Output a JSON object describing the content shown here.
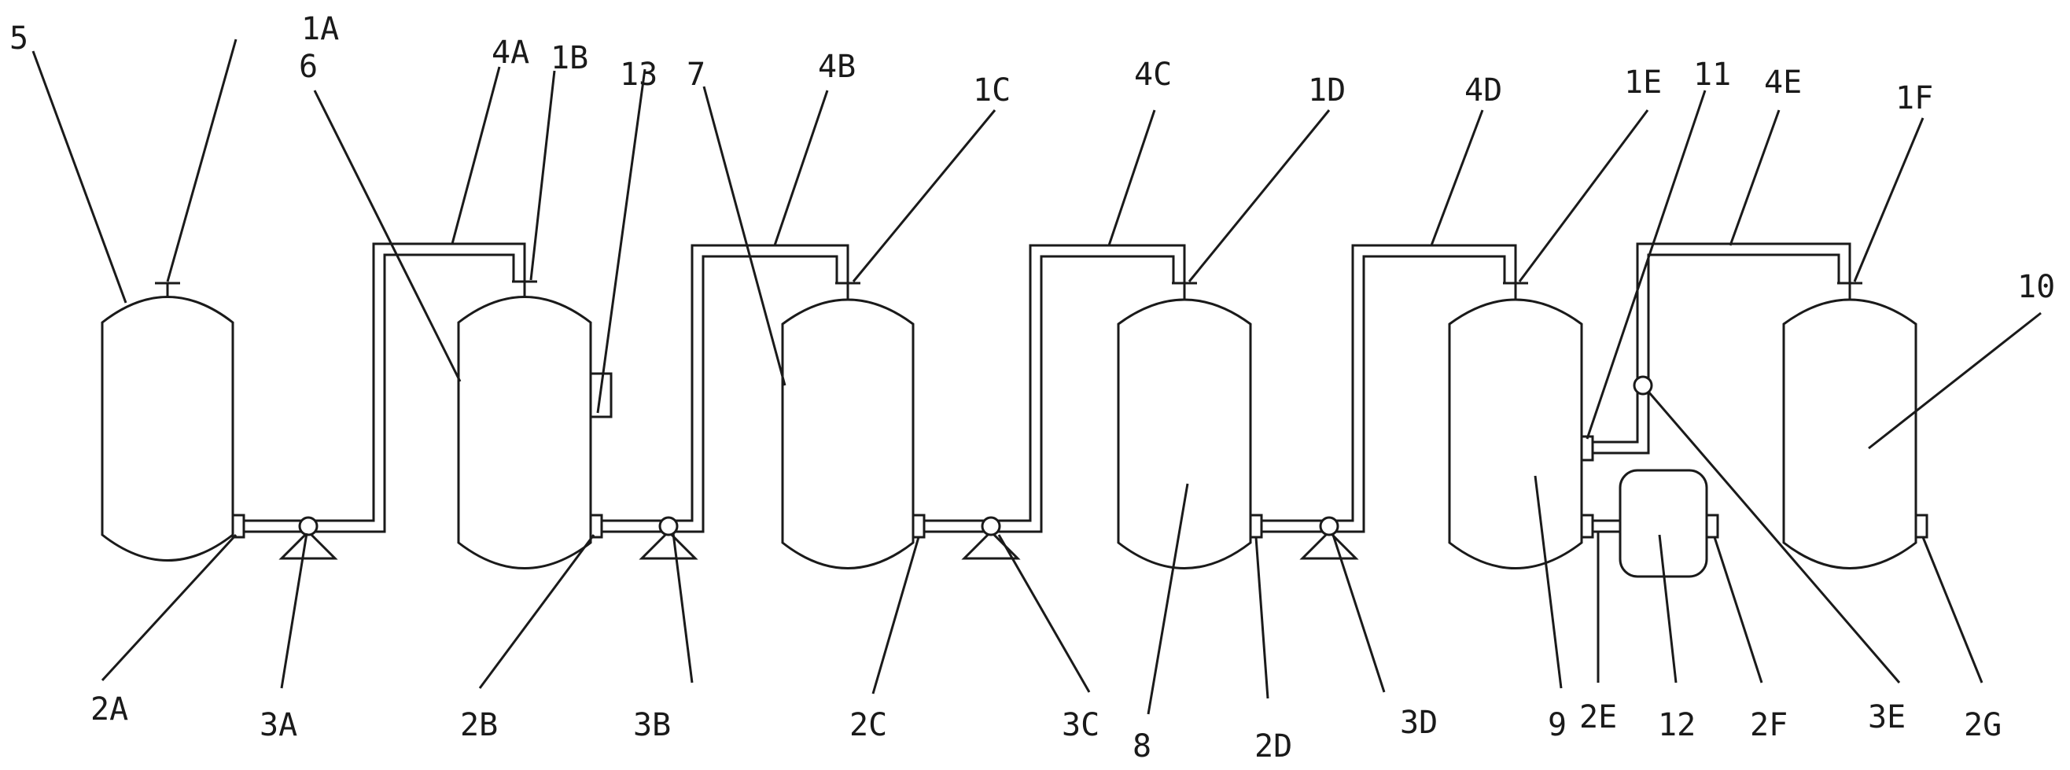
{
  "labels": {
    "tank_1": "5",
    "tank_2": "6",
    "tank_3": "7",
    "tank_4": "8",
    "tank_5": "9",
    "tank_6": "10",
    "top_valve_1": "1A",
    "top_valve_2": "1B",
    "top_valve_3": "1C",
    "top_valve_4": "1D",
    "top_valve_5": "1E",
    "top_valve_6": "1F",
    "outlet_1": "2A",
    "outlet_2": "2B",
    "outlet_3": "2C",
    "outlet_4": "2D",
    "outlet_5": "2E",
    "outlet_6": "2F",
    "outlet_7": "2G",
    "pump_1": "3A",
    "pump_2": "3B",
    "pump_3": "3C",
    "pump_4": "3D",
    "pump_5": "3E",
    "pipe_1": "4A",
    "pipe_2": "4B",
    "pipe_3": "4C",
    "pipe_4": "4D",
    "pipe_5": "4E",
    "side_port_9": "11",
    "unit_12": "12",
    "side_port_6": "13"
  },
  "colors": {
    "line": "#1a1a1a",
    "background": "#ffffff"
  }
}
